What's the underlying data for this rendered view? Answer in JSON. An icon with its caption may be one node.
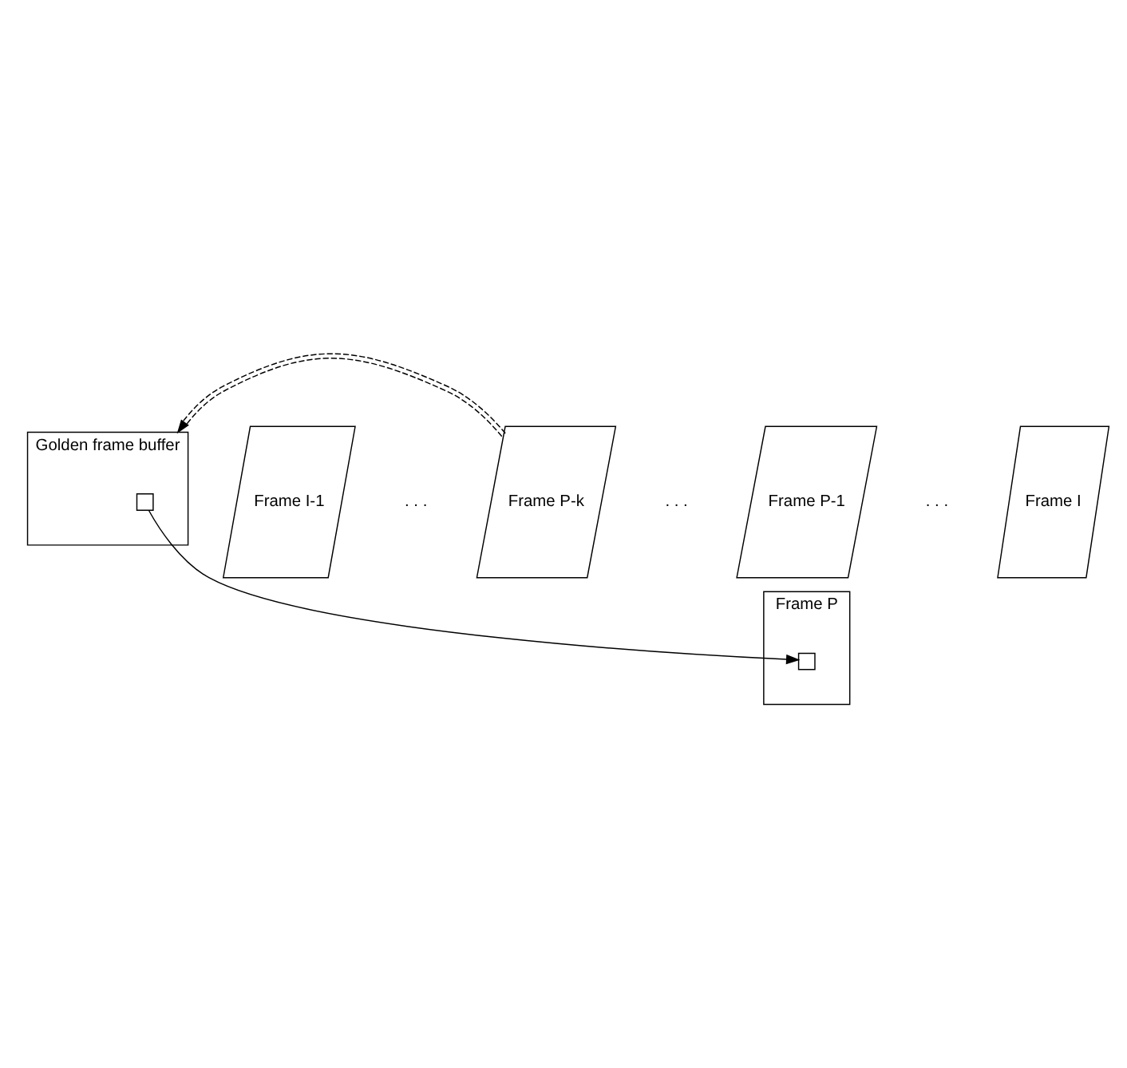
{
  "diagram": {
    "nodes": [
      {
        "text": [
          "Golden frame buffer"
        ]
      },
      {
        "text": [],
        "shape": "box",
        "in": 0
      },
      {
        "text": [
          "Frame I-1"
        ]
      },
      {
        "text": [
          "Frame P-k"
        ]
      },
      {
        "text": [
          "Frame P-1"
        ]
      },
      {
        "text": [
          "Frame P"
        ]
      },
      {
        "text": [],
        "shape": "box",
        "in": 5
      },
      {
        "text": [
          "Frame I"
        ]
      }
    ],
    "edges": [
      {
        "from": 3,
        "to": 0,
        "arrow": "to",
        "style": "dashed"
      },
      {
        "from": 1,
        "to": 6,
        "arrow": "to"
      }
    ],
    "labels": [
      ". . .",
      ". . .",
      ". . ."
    ]
  }
}
